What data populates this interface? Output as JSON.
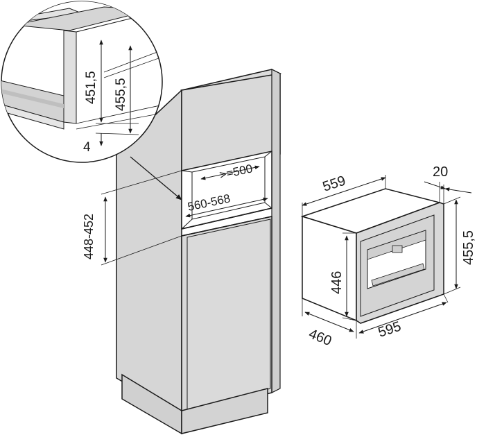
{
  "detail_callout": {
    "dim_height_inner": "451,5",
    "dim_height_outer": "455,5",
    "dim_gap": "4"
  },
  "cabinet": {
    "dim_niche_height": "448-452",
    "dim_niche_depth": ">=500",
    "dim_niche_width": "560-568"
  },
  "appliance": {
    "dim_body_width": "559",
    "dim_front_thickness": "20",
    "dim_front_height": "455,5",
    "dim_body_height": "446",
    "dim_depth": "460",
    "dim_front_width": "595"
  },
  "colors": {
    "grey_surface": "#d9d9d9",
    "grey_dark": "#bdbdbd",
    "stroke": "#1a1a1a"
  }
}
